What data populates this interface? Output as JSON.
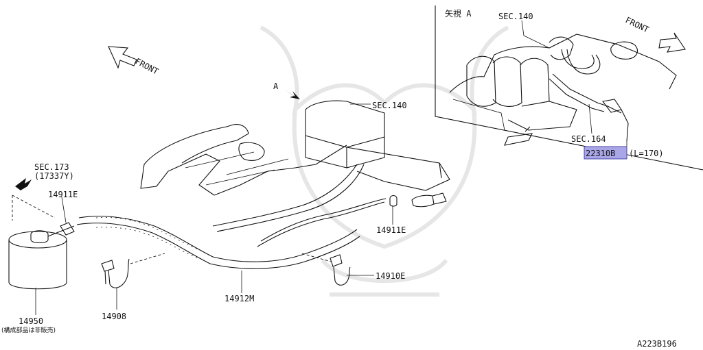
{
  "labels": {
    "front_left": "FRONT",
    "front_right": "FRONT",
    "view_a_mark": "A",
    "view_a_title": "矢視 A",
    "sec140_main": "SEC.140",
    "sec140_inset": "SEC.140",
    "sec164": "SEC.164",
    "part_22310B": "22310B",
    "length_note": "(L=170)",
    "sec173": "SEC.173",
    "sec173_ref": "(17337Y)",
    "clip_14911E_left": "14911E",
    "clip_14911E_right": "14911E",
    "hose_14912M": "14912M",
    "clip_14910E": "14910E",
    "bracket_14908": "14908",
    "canister_14950": "14950",
    "not_sold_note": "(構成部品は非販売)",
    "diagram_code": "A223B196"
  },
  "colors": {
    "highlight_fill": "#a9a6e8",
    "highlight_stroke": "#4a47a8",
    "line": "#111111",
    "watermark": "#e6e6e6"
  }
}
